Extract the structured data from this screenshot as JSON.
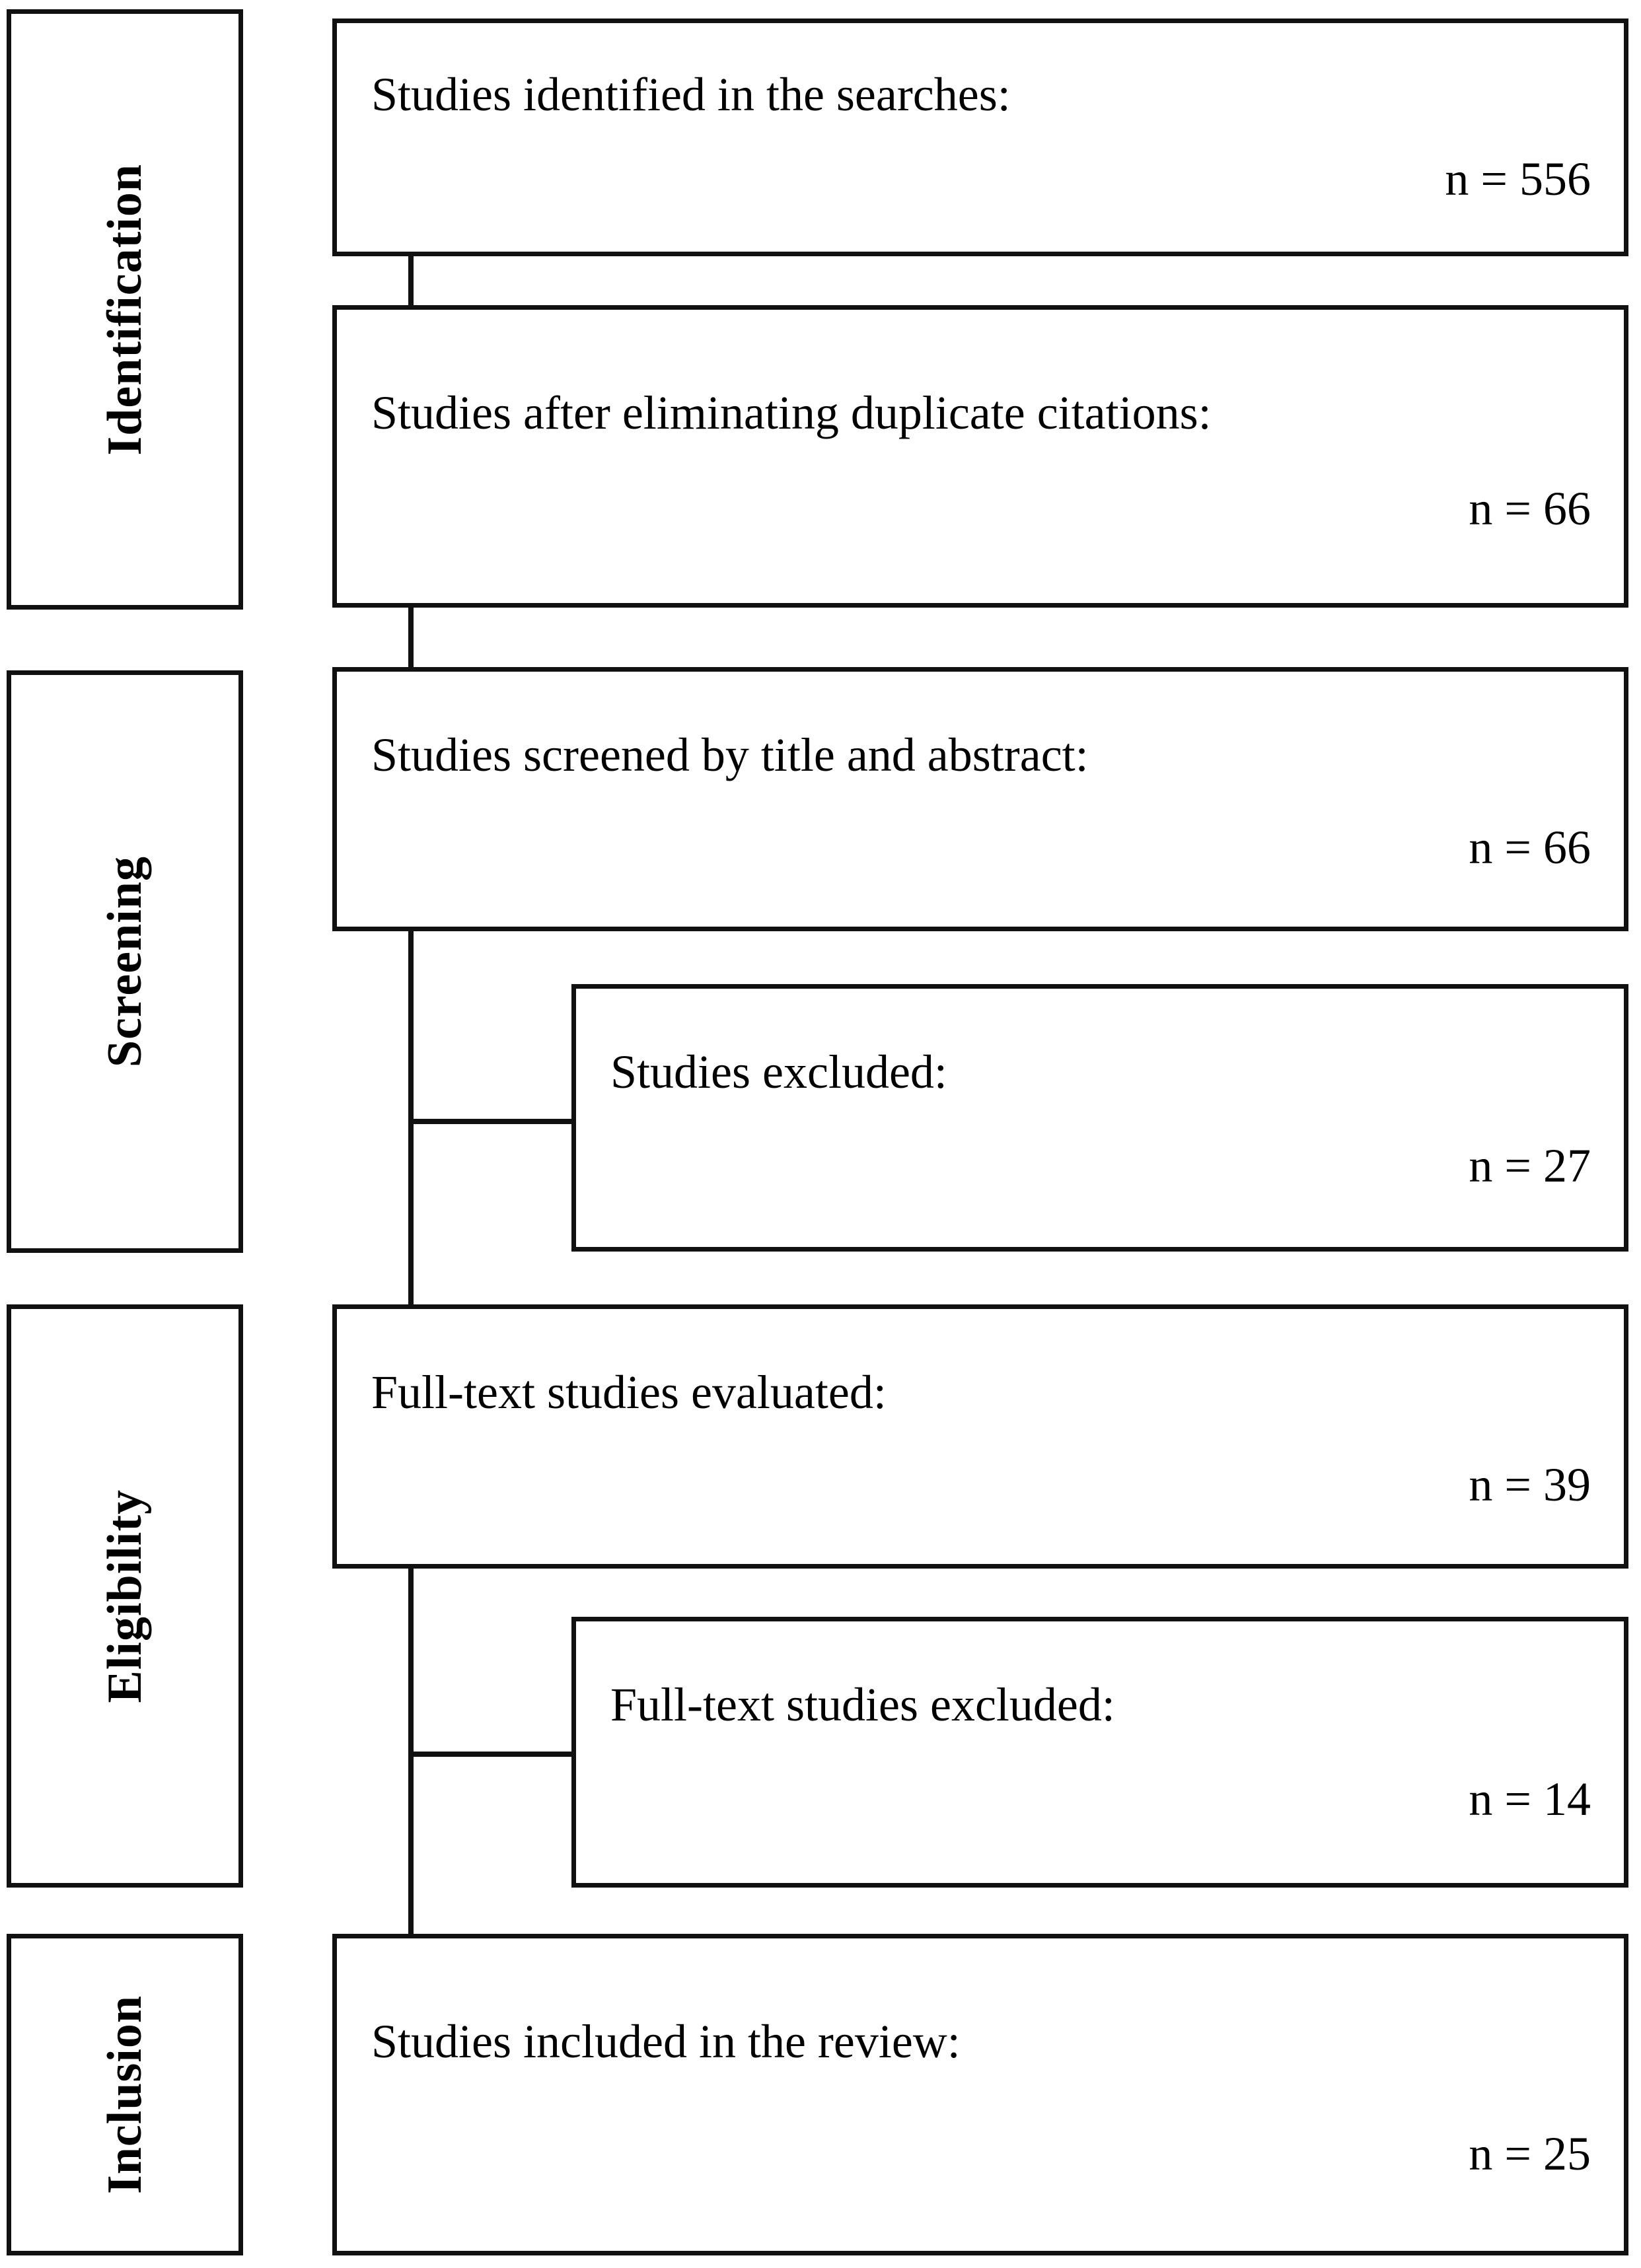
{
  "diagram": {
    "type": "prisma-flow-diagram",
    "stages": [
      {
        "id": "identification",
        "label": "Identification"
      },
      {
        "id": "screening",
        "label": "Screening"
      },
      {
        "id": "eligibility",
        "label": "Eligibility"
      },
      {
        "id": "inclusion",
        "label": "Inclusion"
      }
    ],
    "boxes": [
      {
        "id": "identified",
        "stage": "identification",
        "title": "Studies identified in the searches:",
        "count": "n = 556",
        "n": 556,
        "kind": "main"
      },
      {
        "id": "after-duplicates",
        "stage": "identification",
        "title": "Studies after eliminating duplicate citations:",
        "count": "n = 66",
        "n": 66,
        "kind": "main"
      },
      {
        "id": "screened",
        "stage": "screening",
        "title": "Studies screened by title and abstract:",
        "count": "n = 66",
        "n": 66,
        "kind": "main"
      },
      {
        "id": "excluded-screen",
        "stage": "screening",
        "title": "Studies excluded:",
        "count": "n = 27",
        "n": 27,
        "kind": "excluded"
      },
      {
        "id": "fulltext-evaluated",
        "stage": "eligibility",
        "title": "Full-text studies evaluated:",
        "count": "n = 39",
        "n": 39,
        "kind": "main"
      },
      {
        "id": "fulltext-excluded",
        "stage": "eligibility",
        "title": "Full-text studies excluded:",
        "count": "n = 14",
        "n": 14,
        "kind": "excluded"
      },
      {
        "id": "included",
        "stage": "inclusion",
        "title": "Studies included in the review:",
        "count": "n = 25",
        "n": 25,
        "kind": "main"
      }
    ],
    "colors": {
      "border": "#111111",
      "background": "#ffffff",
      "text": "#000000"
    }
  }
}
